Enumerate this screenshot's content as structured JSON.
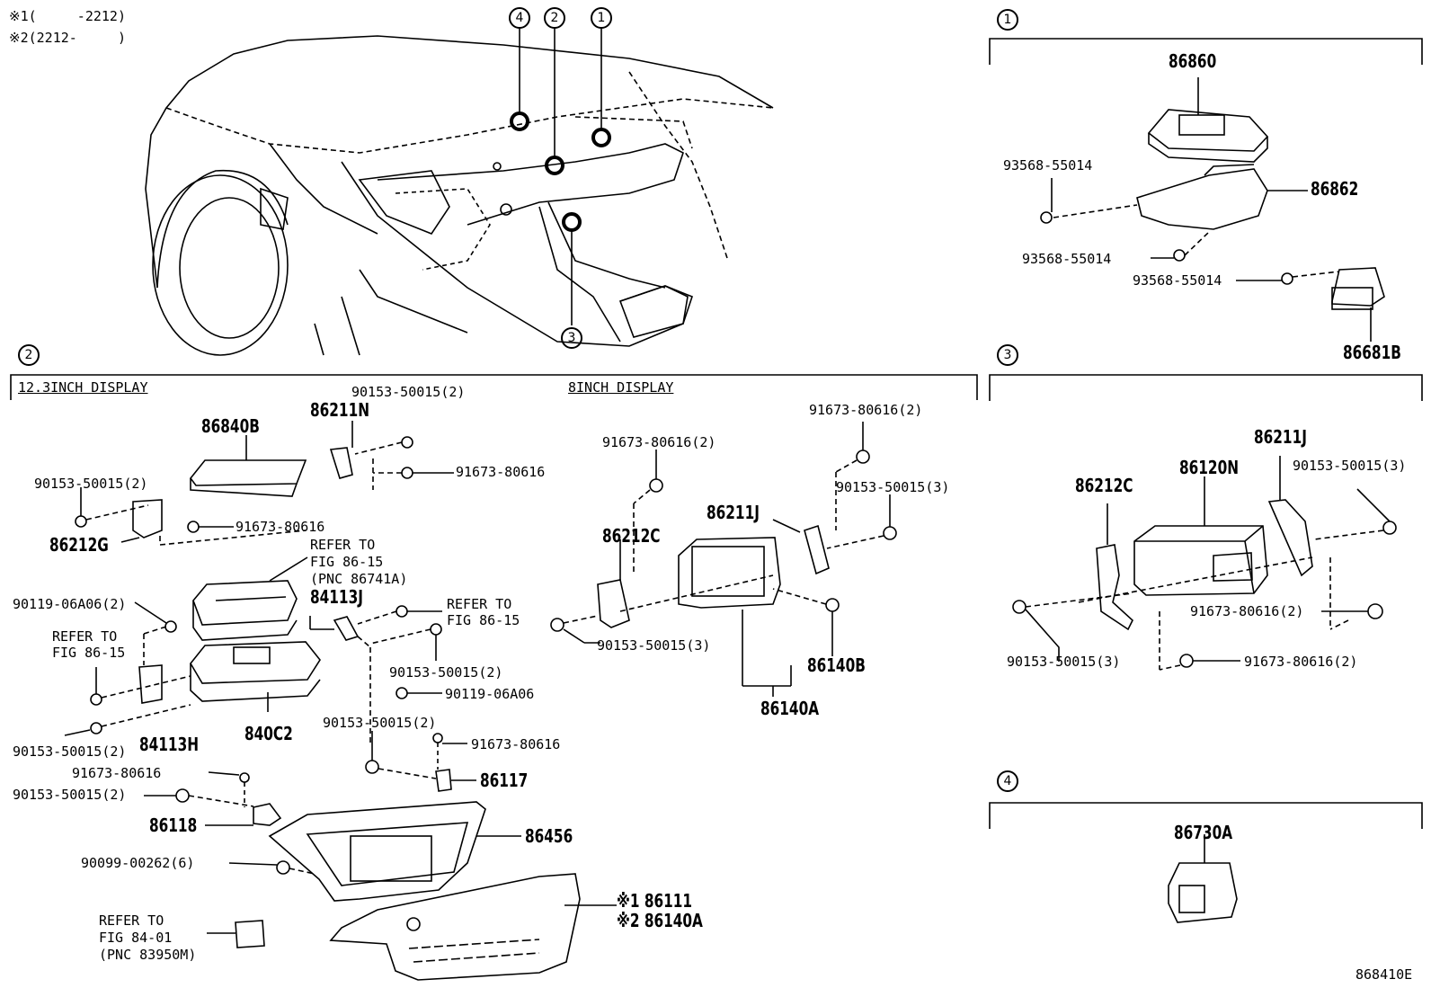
{
  "notes": {
    "n1": "※1(     -2212)",
    "n2": "※2(2212-     )"
  },
  "callouts": [
    "1",
    "2",
    "3",
    "4"
  ],
  "sections": {
    "s1_label": "1",
    "s2_label": "2",
    "s3_label": "3",
    "s4_label": "4",
    "display_123": "12.3INCH DISPLAY",
    "display_8": "8INCH DISPLAY"
  },
  "parts": {
    "p86860": "86860",
    "p86862": "86862",
    "p86681B": "86681B",
    "p93568a": "93568-55014",
    "p93568b": "93568-55014",
    "p93568c": "93568-55014",
    "p86840B": "86840B",
    "p86211N": "86211N",
    "p90153_50015_2a": "90153-50015(2)",
    "p91673_80616a": "91673-80616",
    "p90153_50015_2b": "90153-50015(2)",
    "p86212G": "86212G",
    "p91673_80616b": "91673-80616",
    "refer_8615a_1": "REFER TO",
    "refer_8615a_2": "FIG 86-15",
    "refer_8615a_3": "(PNC 86741A)",
    "p90119_06A06_2": "90119-06A06(2)",
    "p84113J": "84113J",
    "refer_8615b_1": "REFER TO",
    "refer_8615b_2": "FIG 86-15",
    "refer_8615c_1": "REFER TO",
    "refer_8615c_2": "FIG 86-15",
    "p90153_50015_2c": "90153-50015(2)",
    "p90119_06A06": "90119-06A06",
    "p90153_50015_2d": "90153-50015(2)",
    "p84113H": "84113H",
    "p840C2": "840C2",
    "p90153_50015_2e": "90153-50015(2)",
    "p91673_80616c": "91673-80616",
    "p91673_80616d": "91673-80616",
    "p86117": "86117",
    "p90153_50015_2f": "90153-50015(2)",
    "p86118": "86118",
    "p86456": "86456",
    "p90099": "90099-00262(6)",
    "refer_8401_1": "REFER TO",
    "refer_8401_2": "FIG 84-01",
    "refer_8401_3": "(PNC 83950M)",
    "p86111": "※1 86111",
    "p86140A_b": "※2 86140A",
    "p91673_80616_2a": "91673-80616(2)",
    "p91673_80616_2b": "91673-80616(2)",
    "p90153_50015_3a": "90153-50015(3)",
    "p86211J_a": "86211J",
    "p86212C_a": "86212C",
    "p90153_50015_3b": "90153-50015(3)",
    "p86140B": "86140B",
    "p86140A": "86140A",
    "p86211J_b": "86211J",
    "p86120N": "86120N",
    "p86212C_b": "86212C",
    "p90153_50015_3c": "90153-50015(3)",
    "p91673_80616_2c": "91673-80616(2)",
    "p90153_50015_3d": "90153-50015(3)",
    "p91673_80616_2d": "91673-80616(2)",
    "p86730A": "86730A"
  },
  "footer_code": "868410E"
}
